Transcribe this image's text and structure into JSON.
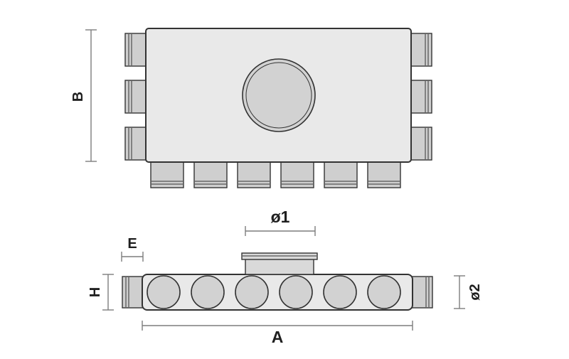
{
  "diagram": {
    "type": "technical-drawing",
    "subject": "multi-spigot-plenum-box",
    "views": {
      "top_view": {
        "left_spigots": 3,
        "right_spigots": 3,
        "bottom_spigots": 6,
        "center_inlets": 1
      },
      "front_view": {
        "spigots": 6,
        "top_collars": 1
      }
    },
    "labels": {
      "width": "B",
      "inlet_diameter": "ø1",
      "end_offset": "E",
      "height": "H",
      "spigot_diameter": "ø2",
      "length": "A"
    },
    "colors": {
      "background": "#ffffff",
      "body_fill": "#e9e9e9",
      "spigot_fill": "#cfcfcf",
      "inlet_fill": "#d2d2d2",
      "outline": "#333333",
      "dimension_line": "#7d7d7d",
      "label_text": "#1f1f1f"
    }
  }
}
